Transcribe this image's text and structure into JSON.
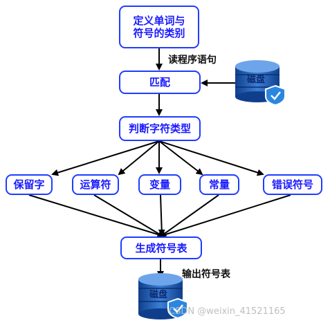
{
  "nodes": {
    "define_words": "定义单词与\n符号的类别",
    "match": "匹配",
    "judge_type": "判断字符类型",
    "reserved_word": "保留字",
    "operator": "运算符",
    "variable": "变量",
    "constant": "常量",
    "error_symbol": "错误符号",
    "generate_table": "生成符号表"
  },
  "edge_labels": {
    "read_statement": "读程序语句",
    "output_table": "输出符号表"
  },
  "disks": {
    "top_label": "磁盘",
    "bottom_label": "磁盘"
  },
  "watermark": "CSDN @weixin_41521165",
  "colors": {
    "node_border": "#1f3cff",
    "node_text": "#1a1aff",
    "edge": "#000000",
    "disk_blue": "#1d5fb8",
    "disk_light": "#4f8fe0",
    "shield": "#2b86e0"
  }
}
